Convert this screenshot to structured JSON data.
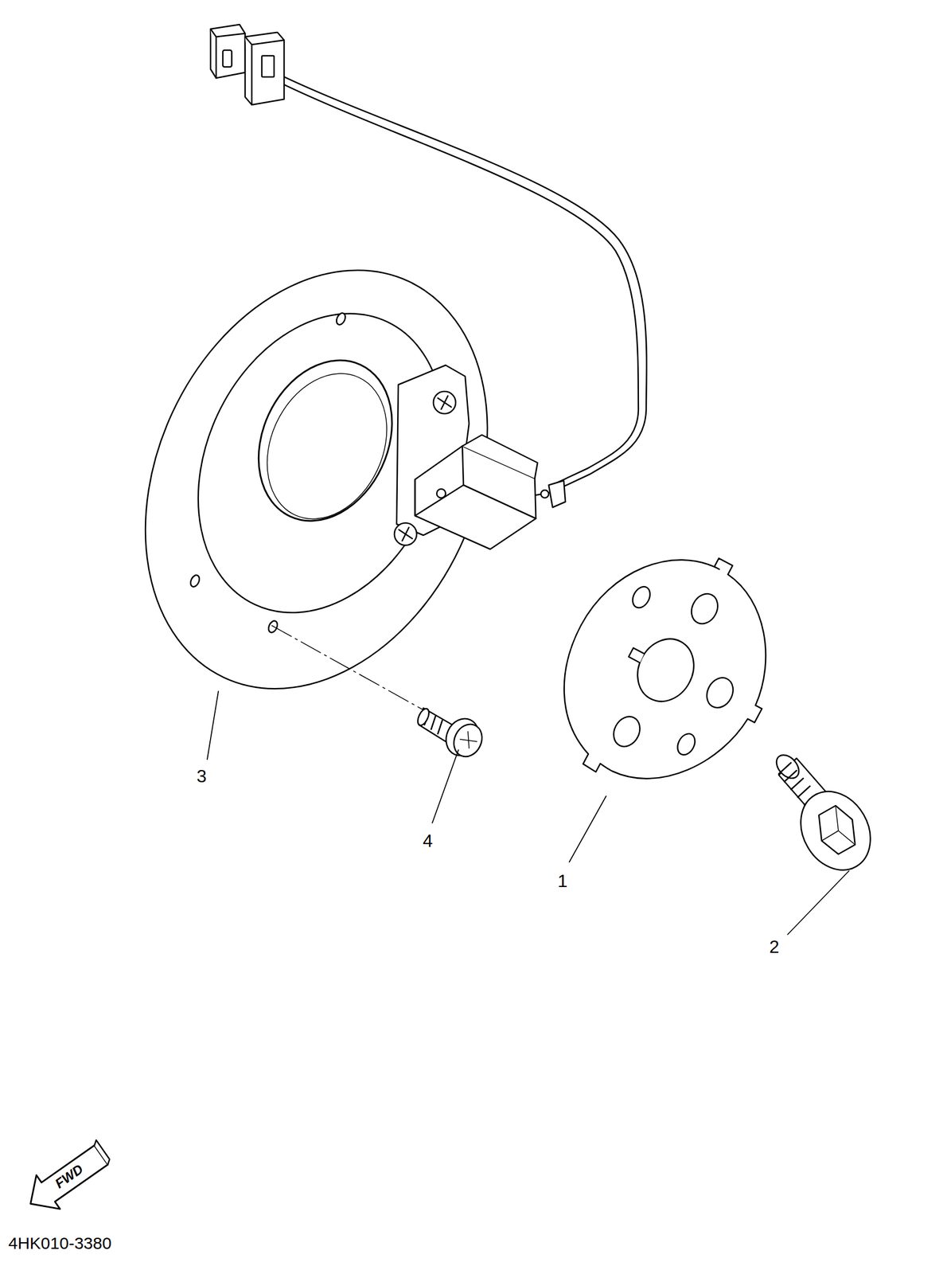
{
  "diagram": {
    "labels": [
      "3",
      "4",
      "1",
      "2",
      "FWD",
      "4HK010-3380"
    ]
  }
}
